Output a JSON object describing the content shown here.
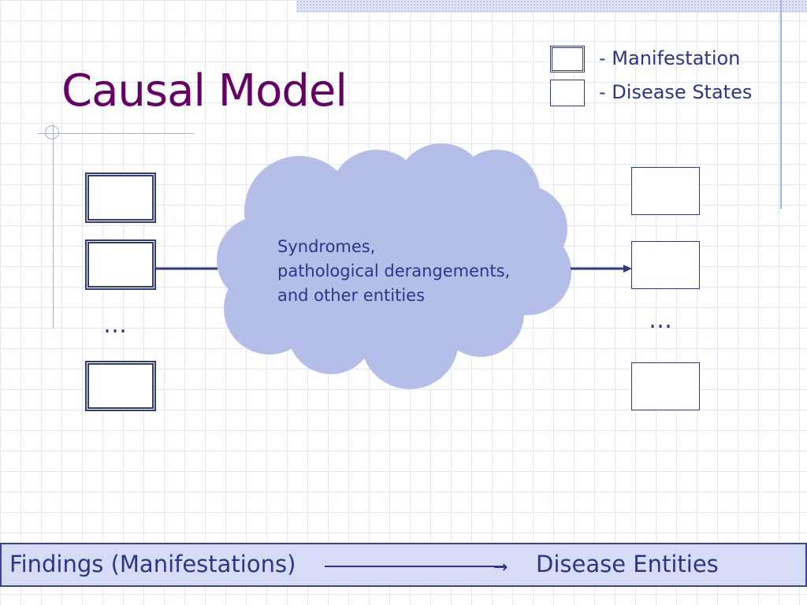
{
  "title": "Causal Model",
  "legend": {
    "manifestation": "- Manifestation",
    "disease_states": "- Disease States"
  },
  "cloud": {
    "line1": "Syndromes,",
    "line2": "pathological derangements,",
    "line3": "and other entities"
  },
  "ellipsis_left": "…",
  "ellipsis_right": "…",
  "footer": {
    "left_text": "Findings (Manifestations)",
    "arrow": "→",
    "right_text": "Disease Entities"
  },
  "colors": {
    "title": "#660066",
    "text": "#2f3487",
    "cloud_fill": "#b4bee9",
    "footer_bg": "#d6dcf6"
  }
}
